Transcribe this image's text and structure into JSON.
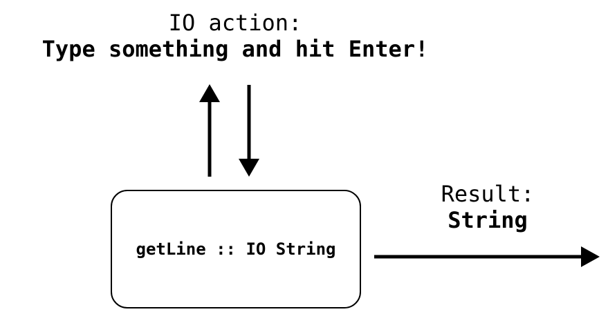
{
  "io_action": {
    "label": "IO action:",
    "prompt": "Type something and hit Enter!"
  },
  "function_box": {
    "signature": "getLine :: IO String"
  },
  "result": {
    "label": "Result:",
    "type": "String"
  },
  "colors": {
    "stroke": "#000000",
    "background": "#ffffff"
  }
}
